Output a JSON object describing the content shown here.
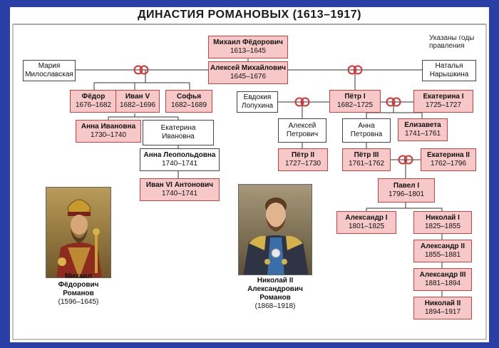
{
  "title": "ДИНАСТИЯ РОМАНОВЫХ (1613–1917)",
  "note": [
    "Указаны годы",
    "правления"
  ],
  "colors": {
    "ruler_fill": "#f7c8c8",
    "ruler_border": "#c04646",
    "marriage_ring": "#d33838",
    "frame": "#2a3fa6"
  },
  "people": {
    "mikhail": {
      "name": "Михаил Фёдорович",
      "years": "1613–1645",
      "ruler": true
    },
    "alexei_m": {
      "name": "Алексей Михайлович",
      "years": "1645–1676",
      "ruler": true
    },
    "miloslavskaya": {
      "lines": [
        "Мария",
        "Милославская"
      ],
      "ruler": false
    },
    "naryshkina": {
      "lines": [
        "Наталья",
        "Нарышкина"
      ],
      "ruler": false
    },
    "fedor": {
      "name": "Фёдор",
      "years": "1676–1682",
      "ruler": true
    },
    "ivan5": {
      "name": "Иван V",
      "years": "1682–1696",
      "ruler": true
    },
    "sofya": {
      "name": "Софья",
      "years": "1682–1689",
      "ruler": true
    },
    "lopukhina": {
      "lines": [
        "Евдокия",
        "Лопухина"
      ],
      "ruler": false
    },
    "peter1": {
      "name": "Пётр I",
      "years": "1682–1725",
      "ruler": true
    },
    "ekaterina1": {
      "name": "Екатерина I",
      "years": "1725–1727",
      "ruler": true
    },
    "anna_ivanovna": {
      "name": "Анна Ивановна",
      "years": "1730–1740",
      "ruler": true
    },
    "ekaterina_ivanovna": {
      "lines": [
        "Екатерина",
        "Ивановна"
      ],
      "ruler": false
    },
    "alexei_petrovich": {
      "lines": [
        "Алексей",
        "Петрович"
      ],
      "ruler": false
    },
    "anna_petrovna": {
      "lines": [
        "Анна",
        "Петровна"
      ],
      "ruler": false
    },
    "elizaveta": {
      "name": "Елизавета",
      "years": "1741–1761",
      "ruler": true
    },
    "anna_leopoldovna": {
      "name": "Анна Леопольдовна",
      "years": "1740–1741",
      "ruler": false
    },
    "peter2": {
      "name": "Пётр II",
      "years": "1727–1730",
      "ruler": true
    },
    "peter3": {
      "name": "Пётр III",
      "years": "1761–1762",
      "ruler": true
    },
    "ekaterina2": {
      "name": "Екатерина II",
      "years": "1762–1796",
      "ruler": true
    },
    "ivan6": {
      "name": "Иван VI Антонович",
      "years": "1740–1741",
      "ruler": true
    },
    "pavel1": {
      "name": "Павел I",
      "years": "1796–1801",
      "ruler": true
    },
    "alexander1": {
      "name": "Александр I",
      "years": "1801–1825",
      "ruler": true
    },
    "nikolai1": {
      "name": "Николай I",
      "years": "1825–1855",
      "ruler": true
    },
    "alexander2": {
      "name": "Александр II",
      "years": "1855–1881",
      "ruler": true
    },
    "alexander3": {
      "name": "Александр III",
      "years": "1881–1894",
      "ruler": true
    },
    "nikolai2": {
      "name": "Николай II",
      "years": "1894–1917",
      "ruler": true
    }
  },
  "portraits": {
    "mikhail": {
      "lines": [
        "Михаил",
        "Фёдорович",
        "Романов"
      ],
      "life": "(1596–1645)"
    },
    "nikolai": {
      "lines": [
        "Николай II",
        "Александрович",
        "Романов"
      ],
      "life": "(1868–1918)"
    }
  }
}
